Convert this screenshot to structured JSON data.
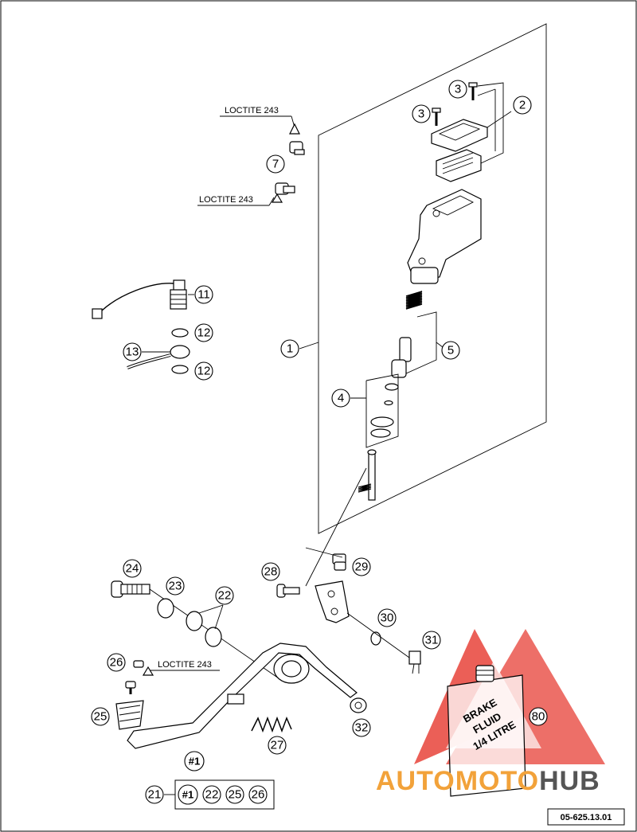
{
  "diagram": {
    "reference_code": "05-625.13.01",
    "loctite_label": "LOCTITE 243",
    "fluid_label": {
      "line1": "BRAKE",
      "line2": "FLUID",
      "line3": "1/4 LITRE"
    },
    "callouts": {
      "c1": "1",
      "c2": "2",
      "c3a": "3",
      "c3b": "3",
      "c4": "4",
      "c5": "5",
      "c7": "7",
      "c11": "11",
      "c12a": "12",
      "c12b": "12",
      "c13": "13",
      "c21": "21",
      "c22": "22",
      "c23": "23",
      "c24": "24",
      "c25": "25",
      "c26": "26",
      "c27": "27",
      "c28": "28",
      "c29": "29",
      "c30": "30",
      "c31": "31",
      "c32": "32",
      "c80": "80",
      "cpedal": "#1"
    },
    "kit_items": [
      "#1",
      "22",
      "25",
      "26"
    ]
  },
  "watermark": {
    "part_a": "AUTOMOTO",
    "part_b": "HUB",
    "colors": {
      "primary": "#f2a23a",
      "secondary": "#555555",
      "triangle": "#e8443a"
    }
  }
}
